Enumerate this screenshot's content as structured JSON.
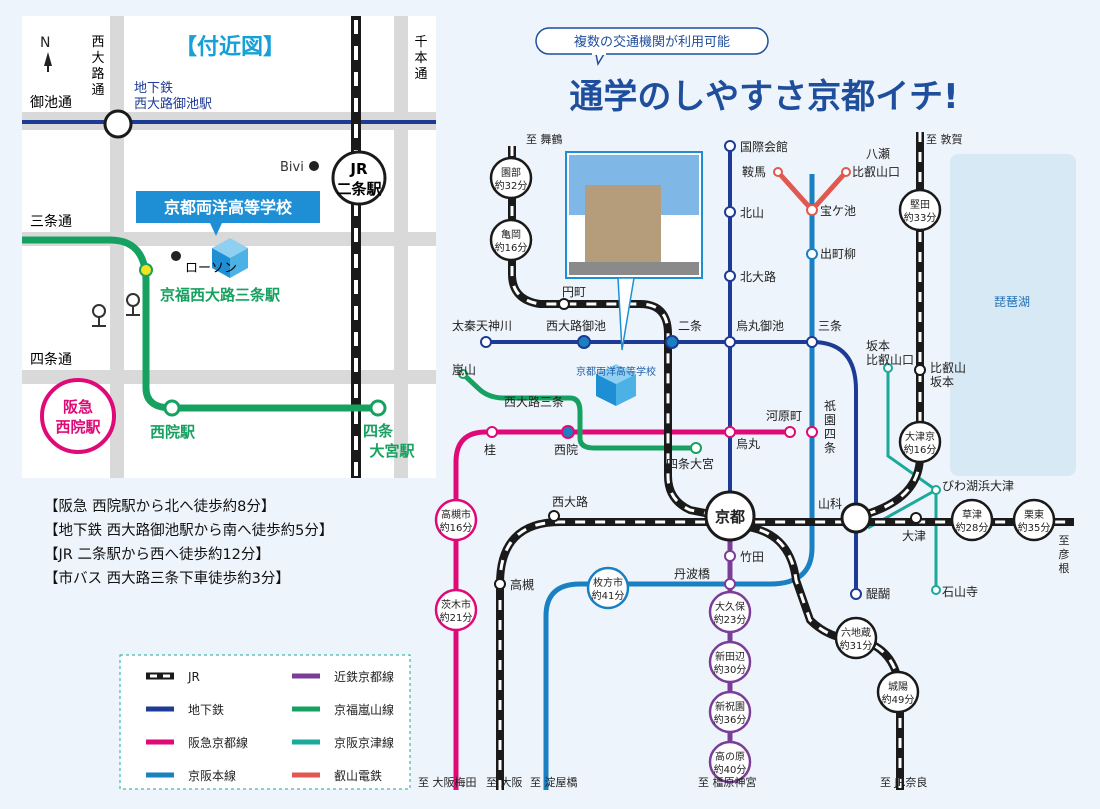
{
  "header": {
    "badge": "複数の交通機関が利用可能",
    "title": "通学のしやすさ京都イチ!"
  },
  "inset": {
    "title": "【付近図】",
    "north": "N",
    "roads": {
      "nishioji_a": "西",
      "nishioji_b": "大",
      "nishioji_c": "路",
      "nishioji_d": "通",
      "senbon_a": "千",
      "senbon_b": "本",
      "senbon_c": "通",
      "oike": "御池通",
      "sanjo": "三条通",
      "shijo": "四条通"
    },
    "subway_station_line1": "地下鉄",
    "subway_station_line2": "西大路御池駅",
    "bivi": "Bivi",
    "jr_station_line1": "JR",
    "jr_station_line2": "二条駅",
    "school": "京都両洋高等学校",
    "lawson": "ローソン",
    "randen_station": "京福西大路三条駅",
    "saiin_station": "西院駅",
    "shijo_omiya_line1": "四条",
    "shijo_omiya_line2": "大宮駅",
    "hankyu_line1": "阪急",
    "hankyu_line2": "西院駅"
  },
  "directions": [
    "【阪急 西院駅から北へ徒歩約8分】",
    "【地下鉄 西大路御池駅から南へ徒歩約5分】",
    "【JR 二条駅から西へ徒歩約12分】",
    "【市バス 西大路三条下車徒歩約3分】"
  ],
  "route_map": {
    "photo_label": "京都両洋高等学校",
    "stations": {
      "kokusai": "国際会館",
      "kitayama": "北山",
      "kitaoji": "北大路",
      "karasuma_oike": "烏丸御池",
      "shijo": "",
      "kyoto": "京都",
      "takeda": "竹田",
      "tambabashi": "丹波橋",
      "nijo": "二条",
      "emmachi": "円町",
      "nishioji_oike": "西大路御池",
      "uzumasa": "太秦天神川",
      "sanjo": "三条",
      "demachi": "出町柳",
      "takaragaike": "宝ケ池",
      "kurama": "鞍馬",
      "yase_a": "八瀬",
      "yase_b": "比叡山口",
      "gion_a": "祇",
      "gion_b": "園",
      "gion_c": "四",
      "gion_d": "条",
      "kawaramachi": "河原町",
      "karasuma": "烏丸",
      "saiin": "西院",
      "katsura": "桂",
      "arashiyama": "嵐山",
      "nishioji_sanjo": "西大路三条",
      "shijo_omiya": "四条大宮",
      "nishioji": "西大路",
      "takatsuki": "高槻",
      "yamashina": "山科",
      "otsu": "大津",
      "daigo": "醍醐",
      "ishiyamadera": "石山寺",
      "biwako_hamaotsu": "びわ湖浜大津",
      "sakamoto_a": "坂本",
      "sakamoto_b": "比叡山口",
      "hieizan_a": "比叡山",
      "hieizan_b": "坂本",
      "biwako": "琵琶湖"
    },
    "time_circles": {
      "sonobe_name": "園部",
      "sonobe_time": "約32分",
      "kameoka_name": "亀岡",
      "kameoka_time": "約16分",
      "katata_name": "堅田",
      "katata_time": "約33分",
      "otsukyo_name": "大津京",
      "otsukyo_time": "約16分",
      "kusatsu_name": "草津",
      "kusatsu_time": "約28分",
      "ritto_name": "栗東",
      "ritto_time": "約35分",
      "rokujizo_name": "六地蔵",
      "rokujizo_time": "約31分",
      "joyo_name": "城陽",
      "joyo_time": "約49分",
      "takatsukishi_name": "高槻市",
      "takatsukishi_time": "約16分",
      "ibarakishi_name": "茨木市",
      "ibarakishi_time": "約21分",
      "hirakatashi_name": "枚方市",
      "hirakatashi_time": "約41分",
      "okubo_name": "大久保",
      "okubo_time": "約23分",
      "shintanabe_name": "新田辺",
      "shintanabe_time": "約30分",
      "shinhosono_name": "新祝園",
      "shinhosono_time": "約36分",
      "takanohara_name": "高の原",
      "takanohara_time": "約40分"
    },
    "terminals": {
      "maizuru": "至 舞鶴",
      "tsuruga": "至 敦賀",
      "hikone_a": "至",
      "hikone_b": "彦",
      "hikone_c": "根",
      "osaka_umeda": "至 大阪梅田",
      "osaka": "至 大阪",
      "yodoyabashi": "至 淀屋橋",
      "kashihara": "至 橿原神宮",
      "jr_nara": "至 JR奈良"
    }
  },
  "legend": [
    {
      "label": "JR",
      "color": "#1a1a1a",
      "style": "jr"
    },
    {
      "label": "近鉄京都線",
      "color": "#7a3e98",
      "style": "solid"
    },
    {
      "label": "地下鉄",
      "color": "#1d3b94",
      "style": "solid"
    },
    {
      "label": "京福嵐山線",
      "color": "#17a160",
      "style": "solid"
    },
    {
      "label": "阪急京都線",
      "color": "#df0a77",
      "style": "solid"
    },
    {
      "label": "京阪京津線",
      "color": "#1aaa9b",
      "style": "solid"
    },
    {
      "label": "京阪本線",
      "color": "#1b80c2",
      "style": "solid"
    },
    {
      "label": "叡山電鉄",
      "color": "#e0584f",
      "style": "solid"
    }
  ],
  "colors": {
    "subway": "#1d3b94",
    "randen": "#17a160",
    "hankyu": "#df0a77",
    "keihan": "#1b80c2",
    "keishin": "#1aaa9b",
    "eiden": "#e0584f",
    "kintetsu": "#7a3e98",
    "jr": "#1a1a1a",
    "title": "#1f4e9c",
    "school_box": "#1e8fd4",
    "lake": "#d6e9f5"
  }
}
